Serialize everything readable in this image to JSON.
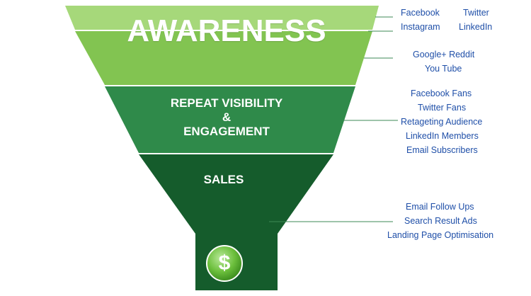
{
  "stages": {
    "awareness": {
      "title": "AWARENESS"
    },
    "repeat": {
      "line1": "REPEAT VISIBILITY",
      "line2": "&",
      "line3": "ENGAGEMENT"
    },
    "sales": {
      "title": "SALES"
    }
  },
  "channels": {
    "social_1": [
      "Facebook",
      "Twitter"
    ],
    "social_2": [
      "Instagram",
      "LinkedIn"
    ],
    "awareness_other": [
      "Google+  Reddit",
      "You Tube"
    ],
    "engagement": [
      "Facebook Fans",
      "Twitter Fans",
      "Retageting Audience",
      "LinkedIn Members",
      "Email Subscribers"
    ],
    "sales": [
      "Email Follow Ups",
      "Search Result Ads",
      "Landing Page Optimisation"
    ]
  },
  "icons": {
    "bottom": "dollar-coin-icon",
    "symbol": "$"
  },
  "colors": {
    "top_band": "#a6d87a",
    "awareness_band": "#82c451",
    "engagement_band": "#2f8a4a",
    "sales_band": "#155c2c",
    "label_text": "#1f4fa8",
    "connector": "#3d8a55"
  }
}
